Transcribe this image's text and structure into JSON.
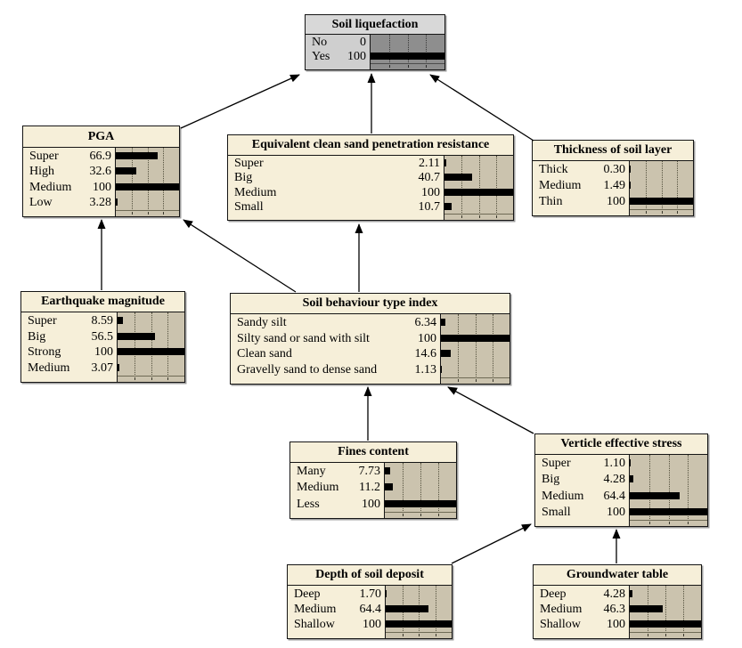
{
  "figure": {
    "background": "#ffffff",
    "kind": "bayesian-network"
  },
  "colors": {
    "node_fill": "#f6efd9",
    "bar_panel_fill": "#cbc3ae",
    "bar_color": "#000000",
    "border_color": "#151515",
    "evidence_node_fill": "#cfcfcf",
    "evidence_bar_panel_fill": "#8e8e8e"
  },
  "nodes": [
    {
      "id": "soil-liquefaction",
      "title": "Soil liquefaction",
      "states": [
        {
          "label": "No",
          "value": "0"
        },
        {
          "label": "Yes",
          "value": "100"
        }
      ]
    },
    {
      "id": "pga",
      "title": "PGA",
      "states": [
        {
          "label": "Super",
          "value": "66.9"
        },
        {
          "label": "High",
          "value": "32.6"
        },
        {
          "label": "Medium",
          "value": "100"
        },
        {
          "label": "Low",
          "value": "3.28"
        }
      ]
    },
    {
      "id": "equivalent-clean-sand-penetration-resistance",
      "title": "Equivalent clean sand penetration resistance",
      "states": [
        {
          "label": "Super",
          "value": "2.11"
        },
        {
          "label": "Big",
          "value": "40.7"
        },
        {
          "label": "Medium",
          "value": "100"
        },
        {
          "label": "Small",
          "value": "10.7"
        }
      ]
    },
    {
      "id": "thickness-of-soil-layer",
      "title": "Thickness of soil layer",
      "states": [
        {
          "label": "Thick",
          "value": "0.30"
        },
        {
          "label": "Medium",
          "value": "1.49"
        },
        {
          "label": "Thin",
          "value": "100"
        }
      ]
    },
    {
      "id": "earthquake-magnitude",
      "title": "Earthquake magnitude",
      "states": [
        {
          "label": "Super",
          "value": "8.59"
        },
        {
          "label": "Big",
          "value": "56.5"
        },
        {
          "label": "Strong",
          "value": "100"
        },
        {
          "label": "Medium",
          "value": "3.07"
        }
      ]
    },
    {
      "id": "soil-behaviour-type-index",
      "title": "Soil behaviour type index",
      "states": [
        {
          "label": "Sandy silt",
          "value": "6.34"
        },
        {
          "label": "Silty sand or sand with silt",
          "value": "100"
        },
        {
          "label": "Clean sand",
          "value": "14.6"
        },
        {
          "label": "Gravelly sand to dense sand",
          "value": "1.13"
        }
      ]
    },
    {
      "id": "fines-content",
      "title": "Fines content",
      "states": [
        {
          "label": "Many",
          "value": "7.73"
        },
        {
          "label": "Medium",
          "value": "11.2"
        },
        {
          "label": "Less",
          "value": "100"
        }
      ]
    },
    {
      "id": "verticle-effective-stress",
      "title": "Verticle effective stress",
      "states": [
        {
          "label": "Super",
          "value": "1.10"
        },
        {
          "label": "Big",
          "value": "4.28"
        },
        {
          "label": "Medium",
          "value": "64.4"
        },
        {
          "label": "Small",
          "value": "100"
        }
      ]
    },
    {
      "id": "depth-of-soil-deposit",
      "title": "Depth of soil deposit",
      "states": [
        {
          "label": "Deep",
          "value": "1.70"
        },
        {
          "label": "Medium",
          "value": "64.4"
        },
        {
          "label": "Shallow",
          "value": "100"
        }
      ]
    },
    {
      "id": "groundwater-table",
      "title": "Groundwater table",
      "states": [
        {
          "label": "Deep",
          "value": "4.28"
        },
        {
          "label": "Medium",
          "value": "46.3"
        },
        {
          "label": "Shallow",
          "value": "100"
        }
      ]
    }
  ],
  "edges": [
    {
      "from": "PGA",
      "to": "Soil liquefaction"
    },
    {
      "from": "Equivalent clean sand penetration resistance",
      "to": "Soil liquefaction"
    },
    {
      "from": "Thickness of soil layer",
      "to": "Soil liquefaction"
    },
    {
      "from": "Earthquake magnitude",
      "to": "PGA"
    },
    {
      "from": "Soil behaviour type index",
      "to": "PGA"
    },
    {
      "from": "Soil behaviour type index",
      "to": "Equivalent clean sand penetration resistance"
    },
    {
      "from": "Fines content",
      "to": "Soil behaviour type index"
    },
    {
      "from": "Verticle effective stress",
      "to": "Soil behaviour type index"
    },
    {
      "from": "Depth of soil deposit",
      "to": "Verticle effective stress"
    },
    {
      "from": "Groundwater table",
      "to": "Verticle effective stress"
    }
  ]
}
